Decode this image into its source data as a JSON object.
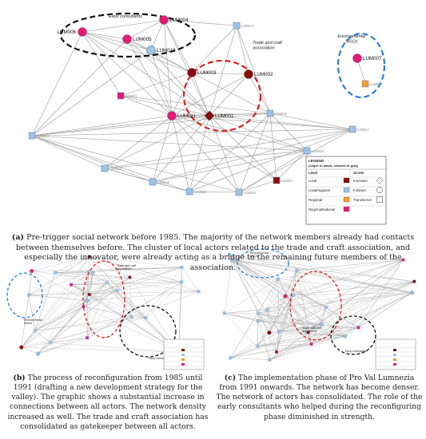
{
  "panel_a": {
    "nodes": [
      {
        "id": "LUM006",
        "label": "LUM006",
        "shape": "circle",
        "color": "#e6197a"
      },
      {
        "id": "LUM005",
        "label": "LUM005",
        "shape": "circle",
        "color": "#e6197a"
      },
      {
        "id": "LUM004",
        "label": "LUM004",
        "shape": "circle",
        "color": "#e6197a"
      },
      {
        "id": "LUM010",
        "label": "LUM010",
        "shape": "circle",
        "color": "#9dc3e6"
      },
      {
        "id": "LUM003",
        "label": "LUM003",
        "shape": "circle",
        "color": "#8b0a0a"
      },
      {
        "id": "LUM002",
        "label": "LUM002",
        "shape": "circle",
        "color": "#8b0a0a"
      },
      {
        "id": "LUM011",
        "label": "LUM011",
        "shape": "circle",
        "color": "#e6197a"
      },
      {
        "id": "LUM001",
        "label": "LUM001",
        "shape": "diamond",
        "color": "#8b0a0a"
      },
      {
        "id": "LUM007",
        "label": "LUM007",
        "shape": "circle",
        "color": "#e6197a"
      },
      {
        "id": "LUM013",
        "label": "LUM013",
        "shape": "square",
        "color": "#9dc3e6"
      },
      {
        "id": "LUM008",
        "label": "LUM008",
        "shape": "square",
        "color": "#f0a030"
      },
      {
        "id": "LUM022",
        "label": "LUM022",
        "shape": "square",
        "color": "#e6197a"
      },
      {
        "id": "LUM012",
        "label": "LUM012",
        "shape": "square",
        "color": "#9dc3e6"
      },
      {
        "id": "LUM014",
        "label": "LUM014",
        "shape": "square",
        "color": "#9dc3e6"
      },
      {
        "id": "LUM017",
        "label": "LUM017",
        "shape": "square",
        "color": "#9dc3e6"
      },
      {
        "id": "LUM018",
        "label": "LUM018",
        "shape": "square",
        "color": "#9dc3e6"
      },
      {
        "id": "LUM015",
        "label": "LUM015",
        "shape": "square",
        "color": "#9dc3e6"
      },
      {
        "id": "LUM016",
        "label": "LUM016",
        "shape": "square",
        "color": "#9dc3e6"
      },
      {
        "id": "LUM009",
        "label": "LUM009",
        "shape": "square",
        "color": "#9dc3e6"
      },
      {
        "id": "LUM019",
        "label": "LUM019",
        "shape": "square",
        "color": "#9dc3e6"
      },
      {
        "id": "LUM021",
        "label": "LUM021",
        "shape": "square",
        "color": "#8b0a0a"
      }
    ],
    "edges": [
      [
        "LUM006",
        "LUM005"
      ],
      [
        "LUM006",
        "LUM004"
      ],
      [
        "LUM006",
        "LUM010"
      ],
      [
        "LUM006",
        "LUM011"
      ],
      [
        "LUM006",
        "LUM001"
      ],
      [
        "LUM006",
        "LUM022"
      ],
      [
        "LUM006",
        "LUM014"
      ],
      [
        "LUM006",
        "LUM003"
      ],
      [
        "LUM005",
        "LUM004"
      ],
      [
        "LUM005",
        "LUM010"
      ],
      [
        "LUM005",
        "LUM011"
      ],
      [
        "LUM005",
        "LUM001"
      ],
      [
        "LUM005",
        "LUM003"
      ],
      [
        "LUM005",
        "LUM014"
      ],
      [
        "LUM004",
        "LUM010"
      ],
      [
        "LUM004",
        "LUM003"
      ],
      [
        "LUM004",
        "LUM011"
      ],
      [
        "LUM004",
        "LUM001"
      ],
      [
        "LUM004",
        "LUM013"
      ],
      [
        "LUM010",
        "LUM011"
      ],
      [
        "LUM010",
        "LUM001"
      ],
      [
        "LUM010",
        "LUM003"
      ],
      [
        "LUM010",
        "LUM014"
      ],
      [
        "LUM013",
        "LUM003"
      ],
      [
        "LUM013",
        "LUM002"
      ],
      [
        "LUM013",
        "LUM001"
      ],
      [
        "LUM013",
        "LUM012"
      ],
      [
        "LUM003",
        "LUM002"
      ],
      [
        "LUM003",
        "LUM001"
      ],
      [
        "LUM003",
        "LUM011"
      ],
      [
        "LUM003",
        "LUM012"
      ],
      [
        "LUM002",
        "LUM001"
      ],
      [
        "LUM002",
        "LUM012"
      ],
      [
        "LUM002",
        "LUM011"
      ],
      [
        "LUM022",
        "LUM011"
      ],
      [
        "LUM022",
        "LUM001"
      ],
      [
        "LUM022",
        "LUM003"
      ],
      [
        "LUM022",
        "LUM012"
      ],
      [
        "LUM011",
        "LUM001"
      ],
      [
        "LUM011",
        "LUM014"
      ],
      [
        "LUM011",
        "LUM015"
      ],
      [
        "LUM011",
        "LUM016"
      ],
      [
        "LUM011",
        "LUM009"
      ],
      [
        "LUM011",
        "LUM019"
      ],
      [
        "LUM011",
        "LUM012"
      ],
      [
        "LUM011",
        "LUM017"
      ],
      [
        "LUM011",
        "LUM018"
      ],
      [
        "LUM011",
        "LUM021"
      ],
      [
        "LUM001",
        "LUM012"
      ],
      [
        "LUM001",
        "LUM014"
      ],
      [
        "LUM001",
        "LUM017"
      ],
      [
        "LUM001",
        "LUM018"
      ],
      [
        "LUM001",
        "LUM015"
      ],
      [
        "LUM001",
        "LUM016"
      ],
      [
        "LUM001",
        "LUM009"
      ],
      [
        "LUM001",
        "LUM019"
      ],
      [
        "LUM001",
        "LUM021"
      ],
      [
        "LUM012",
        "LUM017"
      ],
      [
        "LUM012",
        "LUM018"
      ],
      [
        "LUM012",
        "LUM021"
      ],
      [
        "LUM012",
        "LUM019"
      ],
      [
        "LUM012",
        "LUM014"
      ],
      [
        "LUM012",
        "LUM009"
      ],
      [
        "LUM014",
        "LUM017"
      ],
      [
        "LUM014",
        "LUM015"
      ],
      [
        "LUM014",
        "LUM016"
      ],
      [
        "LUM014",
        "LUM009"
      ],
      [
        "LUM014",
        "LUM019"
      ],
      [
        "LUM014",
        "LUM018"
      ],
      [
        "LUM017",
        "LUM015"
      ],
      [
        "LUM017",
        "LUM016"
      ],
      [
        "LUM017",
        "LUM009"
      ],
      [
        "LUM017",
        "LUM019"
      ],
      [
        "LUM018",
        "LUM015"
      ],
      [
        "LUM018",
        "LUM016"
      ],
      [
        "LUM018",
        "LUM019"
      ],
      [
        "LUM018",
        "LUM021"
      ],
      [
        "LUM015",
        "LUM016"
      ],
      [
        "LUM016",
        "LUM009"
      ],
      [
        "LUM009",
        "LUM019"
      ],
      [
        "LUM019",
        "LUM021"
      ],
      [
        "LUM015",
        "LUM009"
      ],
      [
        "LUM007",
        "LUM008"
      ]
    ],
    "groups": [
      {
        "id": "early",
        "label": "Early consultants",
        "color": "#111111"
      },
      {
        "id": "trade",
        "label": "Trade and craft\nassociation",
        "color": "#e02020"
      },
      {
        "id": "env",
        "label": "Environmental\nNGOs",
        "color": "#2a7fd4"
      }
    ],
    "legend": {
      "title": "LEGEND",
      "subtitle": "(clique in black; network in gray)",
      "header_level": "Level",
      "header_si": "SI role",
      "levels": [
        {
          "name": "Local",
          "color": "#8b0a0a"
        },
        {
          "name": "Local/regional",
          "color": "#9dc3e6"
        },
        {
          "name": "Regional",
          "color": "#f0a030"
        },
        {
          "name": "Regional/national",
          "color": "#e6197a"
        }
      ],
      "roles": [
        {
          "name": "Innovator",
          "shape": "diamond"
        },
        {
          "name": "Follower",
          "shape": "hexagon"
        },
        {
          "name": "Transformer",
          "shape": "square"
        }
      ]
    }
  },
  "panel_b": {
    "labels": {
      "trade": "Trade and craft\nassociation",
      "env": "Environmental\nNGOs",
      "early": "Early consultants"
    }
  },
  "panel_c": {
    "labels": {
      "trade": "Trade and craft\nassociation",
      "env": "Environmental\nNGOs",
      "early": "Early consultants"
    }
  },
  "captions": {
    "a_prefix": "(a)",
    "a_text": " Pre-trigger social network before 1985. The majority of the network members already had contacts between themselves before. The cluster of local actors related to the trade and craft association, and especially the innovator, were already acting as a bridge to the remaining future members of the association.",
    "b_prefix": "(b)",
    "b_text": " The process of reconfiguration from 1985 until 1991 (drafting a new development strategy for the valley). The graphic shows a substantial increase in connections between all actors. The network density increased as well. The trade and craft association has consolidated as gatekeeper between all actors.",
    "c_prefix": "(c)",
    "c_text": " The implementation phase of Pro Val Lumnezia from 1991 onwards. The network has become denser. The network of actors has consolidated. The role of the early consultants who helped during the reconfiguring phase diminished in strength."
  }
}
